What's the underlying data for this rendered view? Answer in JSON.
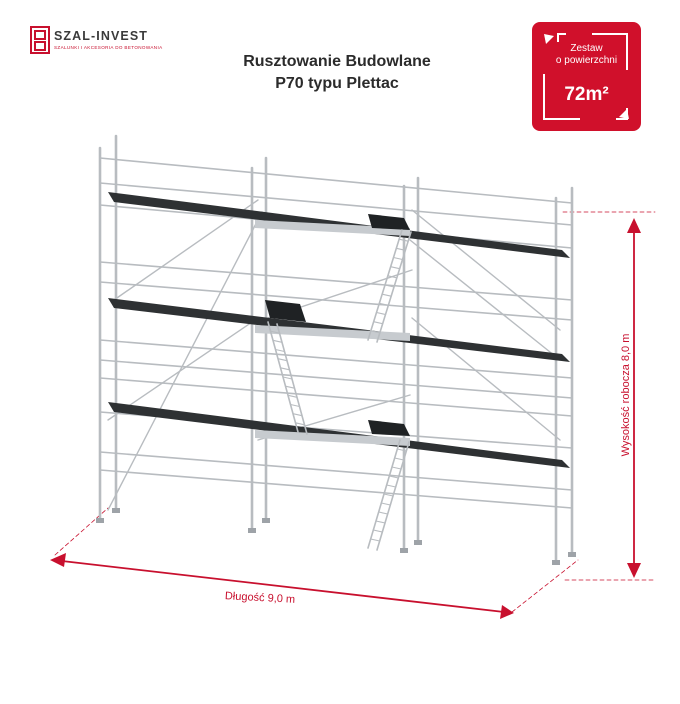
{
  "brand": {
    "name": "SZAL-INVEST",
    "tagline": "SZALUNKI I AKCESORIA DO BETONOWANIA",
    "accent_color": "#c8102e",
    "logo_icon": "building-frame-icon"
  },
  "title": {
    "line1": "Rusztowanie Budowlane",
    "line2": "P70 typu Plettac"
  },
  "badge": {
    "line1": "Zestaw",
    "line2": "o powierzchni",
    "value": "72m²",
    "color": "#d0102b",
    "icon": "diagonal-double-arrow-icon"
  },
  "dimensions": {
    "length": "Długość 9,0 m",
    "height": "Wysokość robocza 8,0 m"
  },
  "scaffold": {
    "bays": 3,
    "levels": 3,
    "ladders": 3,
    "frame_color": "#b8bcc0",
    "deck_color": "#2e3133"
  }
}
